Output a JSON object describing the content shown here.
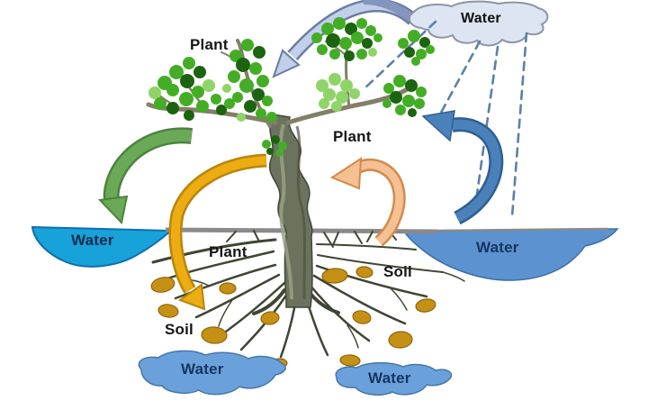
{
  "figure": {
    "kind": "water-cycle-plant-soil-diagram",
    "background": "#ffffff",
    "labels": {
      "plant_top": "Plant",
      "plant_right": "Plant",
      "plant_underground": "Plant",
      "soil_left": "Soil",
      "soil_right": "Soil",
      "water_cloud": "Water",
      "water_left_lake": "Water",
      "water_right_lake": "Water",
      "water_puddle_left": "Water",
      "water_puddle_right": "Water"
    },
    "colors": {
      "cloud_fill": "#dde4f2",
      "cloud_outline": "#8d94a6",
      "rain_dash": "#5b80a8",
      "arrow_sky_fill": "#c2cfeb",
      "arrow_sky_outline": "#6b7d9f",
      "arrow_blue": "#4a81ba",
      "arrow_green": "#6aa955",
      "arrow_gold": "#ecac12",
      "arrow_orange": "#f5c192",
      "lake_left": "#18a2da",
      "lake_right": "#5c92d0",
      "puddle": "#6ba1db",
      "ground_line": "#8a8a8a",
      "soil_particle": "#c59114",
      "trunk": "#6b735f",
      "leaf_bright": "#44ad26",
      "leaf_dark": "#1c6410",
      "leaf_light": "#8fd468"
    },
    "flows": [
      {
        "name": "rain",
        "from": "cloud",
        "to": "ground-water",
        "style": "dashed"
      },
      {
        "name": "cloud-to-plant",
        "from": "cloud",
        "to": "plant",
        "color_key": "arrow_sky_fill"
      },
      {
        "name": "surface-water-to-ground-left",
        "from": "water",
        "to": "soil",
        "color_key": "arrow_green"
      },
      {
        "name": "water-to-soil",
        "from": "water",
        "to": "soil",
        "color_key": "arrow_gold"
      },
      {
        "name": "water-to-plant-right",
        "from": "water",
        "to": "plant",
        "color_key": "arrow_orange"
      },
      {
        "name": "evaporation-right",
        "from": "water",
        "to": "sky",
        "color_key": "arrow_blue"
      }
    ]
  }
}
